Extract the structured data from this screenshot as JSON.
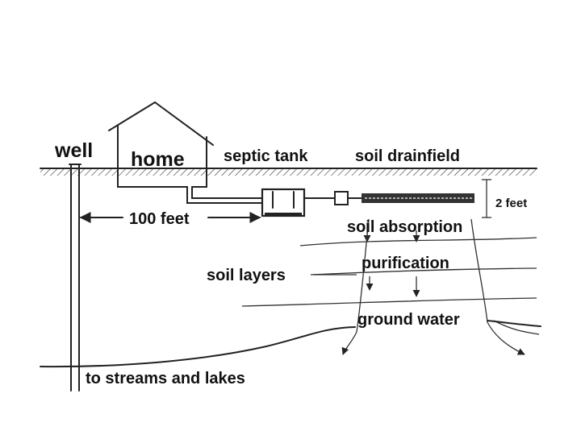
{
  "labels": {
    "well": "well",
    "home": "home",
    "septic_tank": "septic tank",
    "soil_drainfield": "soil drainfield",
    "distance": "100 feet",
    "depth": "2 feet",
    "soil_absorption": "soil absorption",
    "purification": "purification",
    "soil_layers": "soil layers",
    "ground_water": "ground water",
    "streams": "to streams and lakes"
  }
}
